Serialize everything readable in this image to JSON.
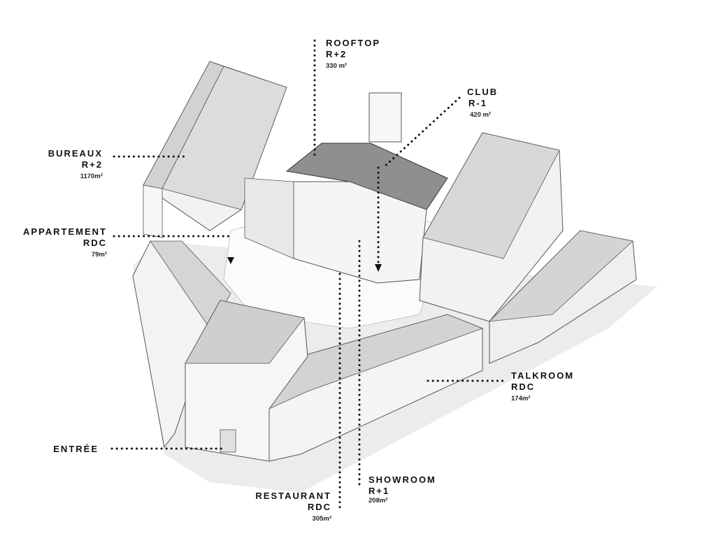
{
  "labels": {
    "rooftop": {
      "name": "ROOFTOP",
      "level": "R+2",
      "area": "330 m²"
    },
    "club": {
      "name": "CLUB",
      "level": "R-1",
      "area": "420 m²"
    },
    "bureaux": {
      "name": "BUREAUX",
      "level": "R+2",
      "area": "1170m²"
    },
    "appartement": {
      "name": "APPARTEMENT",
      "level": "RDC",
      "area": "79m²"
    },
    "entree": {
      "name": "ENTRÉE"
    },
    "talkroom": {
      "name": "TALKROOM",
      "level": "RDC",
      "area": "174m²"
    },
    "showroom": {
      "name": "SHOWROOM",
      "level": "R+1",
      "area": "208m²"
    },
    "restaurant": {
      "name": "RESTAURANT",
      "level": "RDC",
      "area": "305m²"
    }
  },
  "colors": {
    "roof": "#cfcfcf",
    "wall": "#f4f4f4",
    "line": "#555555",
    "dots": "#111111",
    "shadow": "#e6e6e6"
  }
}
